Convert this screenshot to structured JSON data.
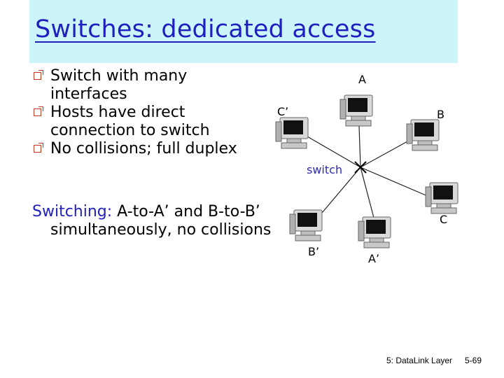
{
  "slide": {
    "title": "Switches: dedicated access",
    "bullets": [
      "Switch with many interfaces",
      "Hosts have direct connection to switch",
      "No collisions; full duplex"
    ],
    "switching": {
      "lead": "Switching:",
      "rest": " A-to-A’ and B-to-B’",
      "line2": "simultaneously, no collisions"
    }
  },
  "diagram": {
    "switch_label": "switch",
    "hosts": [
      {
        "id": "A",
        "label": "A"
      },
      {
        "id": "B",
        "label": "B"
      },
      {
        "id": "C",
        "label": "C"
      },
      {
        "id": "C'",
        "label": "C’"
      },
      {
        "id": "B'",
        "label": "B’"
      },
      {
        "id": "A'",
        "label": "A’"
      }
    ]
  },
  "footer": {
    "chapter": "5: DataLink Layer",
    "page": "5-69"
  },
  "colors": {
    "title": "#1f1fbf",
    "title_band": "#ccf5fa",
    "bullet": "#c23b22",
    "switch_label": "#2b2bb5"
  }
}
